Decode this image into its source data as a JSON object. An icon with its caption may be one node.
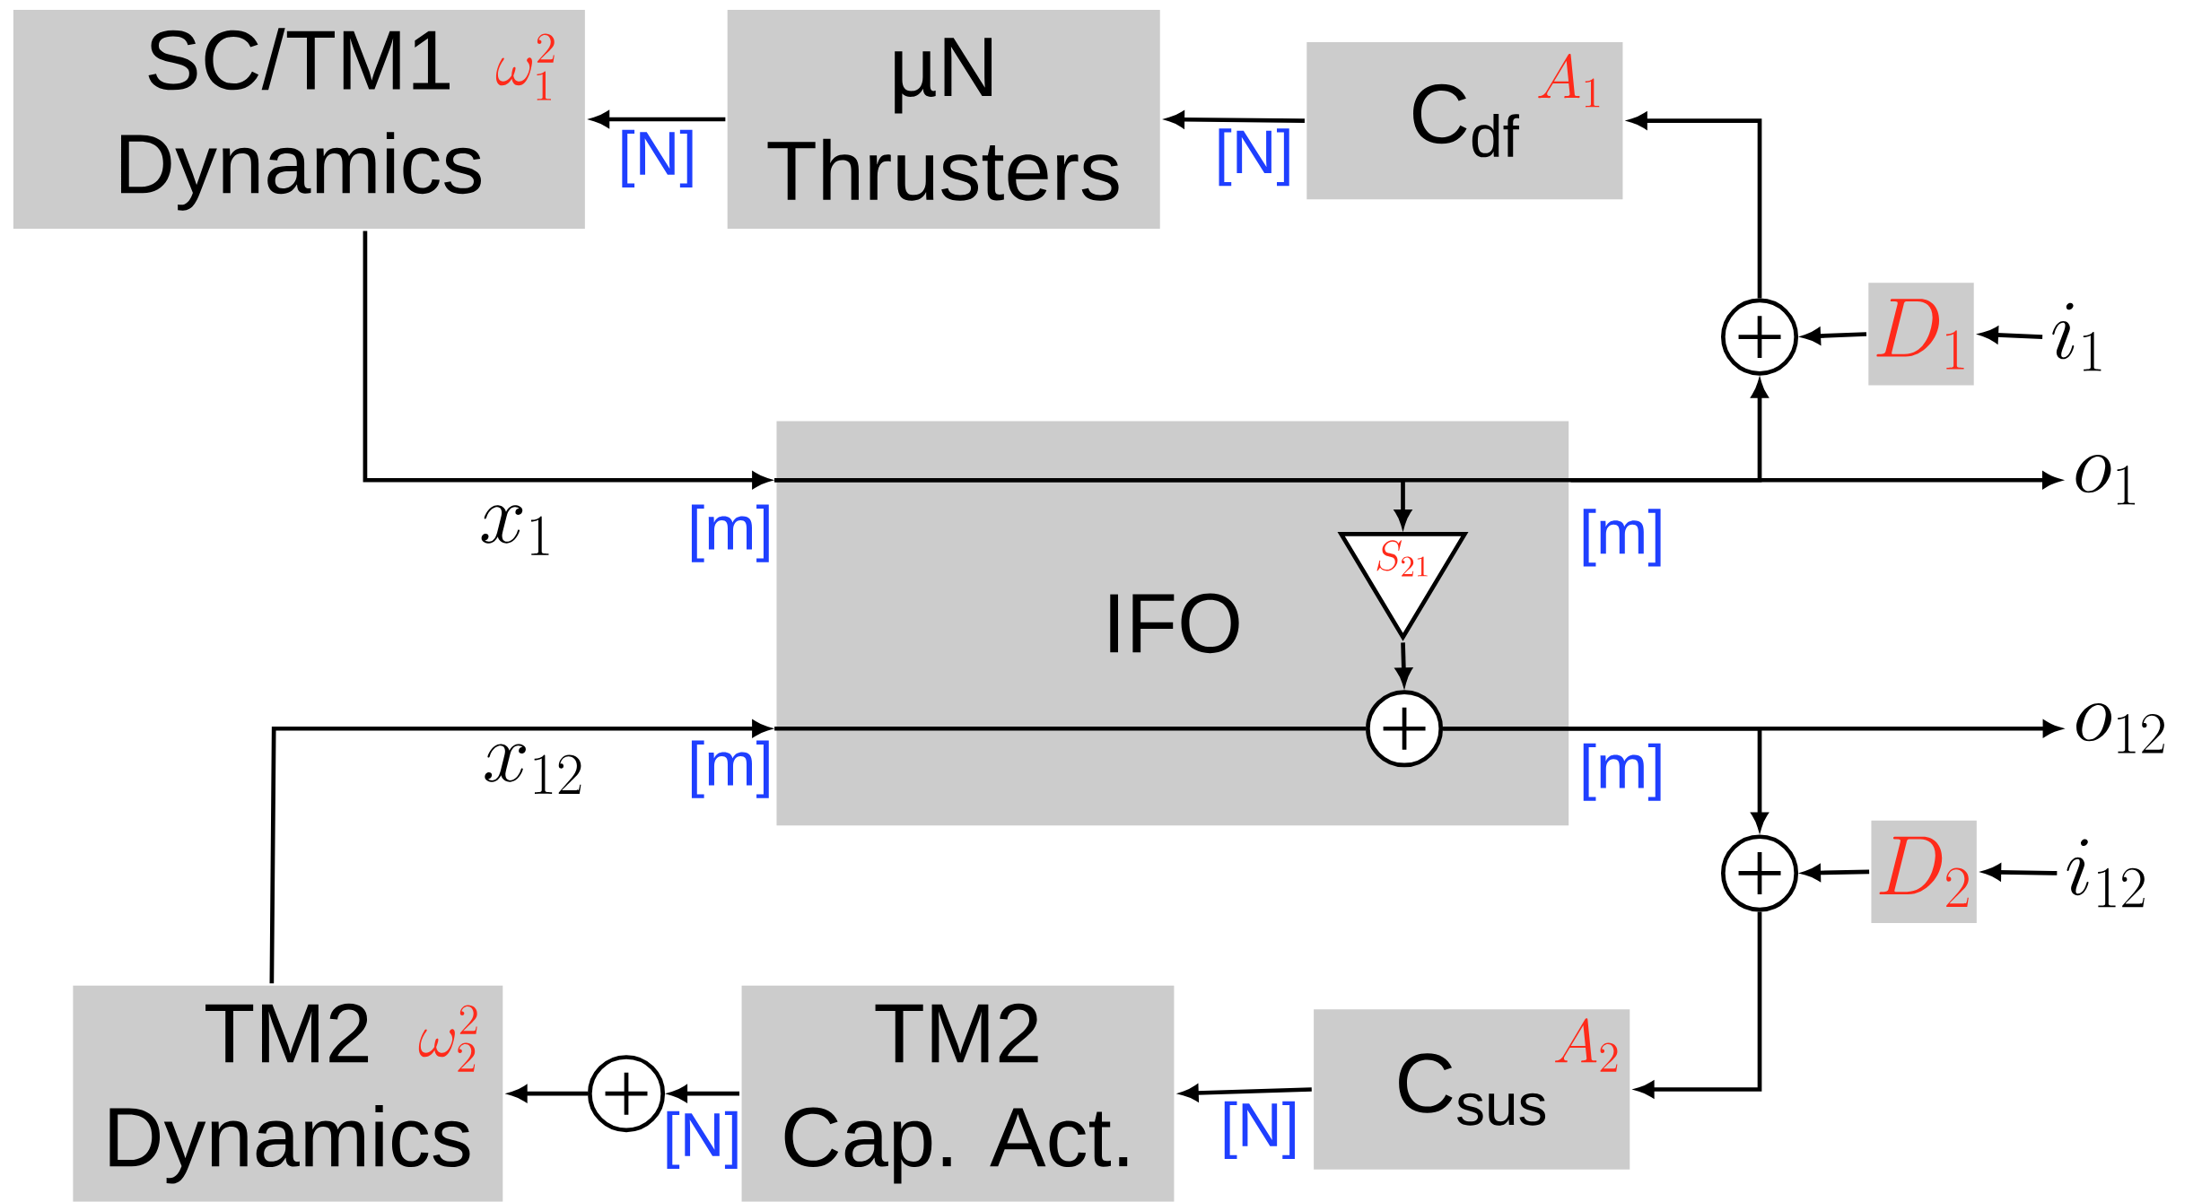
{
  "diagram": {
    "nodes": [
      {
        "text": [
          "SC/TM1",
          "\\omega_1^2",
          "Dynamics"
        ]
      },
      {
        "text": [
          "µN",
          "Thrusters"
        ]
      },
      {
        "text": [
          "C$_{df}$",
          "A_1"
        ]
      },
      {
        "text": [],
        "shape": "circle"
      },
      {
        "text": [
          "D_1"
        ]
      },
      {
        "text": [
          "i_1"
        ]
      },
      {
        "text": [
          "IFO"
        ]
      },
      {
        "text": [
          "S_{21}"
        ],
        "in": 6
      },
      {
        "text": [],
        "shape": "circle",
        "in": 6
      },
      {
        "text": [
          "o_1"
        ]
      },
      {
        "text": [
          "o_{12}"
        ]
      },
      {
        "text": [],
        "shape": "circle"
      },
      {
        "text": [
          "D_2"
        ]
      },
      {
        "text": [
          "i_{12}"
        ]
      },
      {
        "text": [
          "C$_{sus}$",
          "A_2"
        ]
      },
      {
        "text": [
          "TM2",
          "Cap. Act."
        ]
      },
      {
        "text": [],
        "shape": "circle"
      },
      {
        "text": [
          "TM2",
          "\\omega_2^2",
          "Dynamics"
        ]
      }
    ],
    "edges": [
      {
        "from": 2,
        "to": 1,
        "arrow": "to",
        "label": "[N]"
      },
      {
        "from": 1,
        "to": 0,
        "arrow": "to",
        "label": "[N]"
      },
      {
        "from": 0,
        "to": 6,
        "arrow": "to",
        "label": "x_1"
      },
      {
        "from": 6,
        "to": 9,
        "arrow": "to"
      },
      {
        "from": 6,
        "to": 7,
        "arrow": "to"
      },
      {
        "from": 6,
        "to": 3,
        "arrow": "to"
      },
      {
        "from": 4,
        "to": 3,
        "arrow": "to"
      },
      {
        "from": 5,
        "to": 4,
        "arrow": "to"
      },
      {
        "from": 3,
        "to": 2,
        "arrow": "to"
      },
      {
        "from": 7,
        "to": 8,
        "arrow": "to"
      },
      {
        "from": 17,
        "to": 6,
        "arrow": "to",
        "label": "x_{12}"
      },
      {
        "from": 6,
        "to": 8,
        "arrow": "none"
      },
      {
        "from": 8,
        "to": 10,
        "arrow": "to"
      },
      {
        "from": 8,
        "to": 11,
        "arrow": "to"
      },
      {
        "from": 12,
        "to": 11,
        "arrow": "to"
      },
      {
        "from": 13,
        "to": 12,
        "arrow": "to"
      },
      {
        "from": 11,
        "to": 14,
        "arrow": "to"
      },
      {
        "from": 14,
        "to": 15,
        "arrow": "to",
        "label": "[N]"
      },
      {
        "from": 15,
        "to": 16,
        "arrow": "to",
        "label": "[N]"
      },
      {
        "from": 16,
        "to": 17,
        "arrow": "to"
      }
    ],
    "labels": [
      "[m]",
      "[m]",
      "[m]",
      "[m]"
    ]
  }
}
